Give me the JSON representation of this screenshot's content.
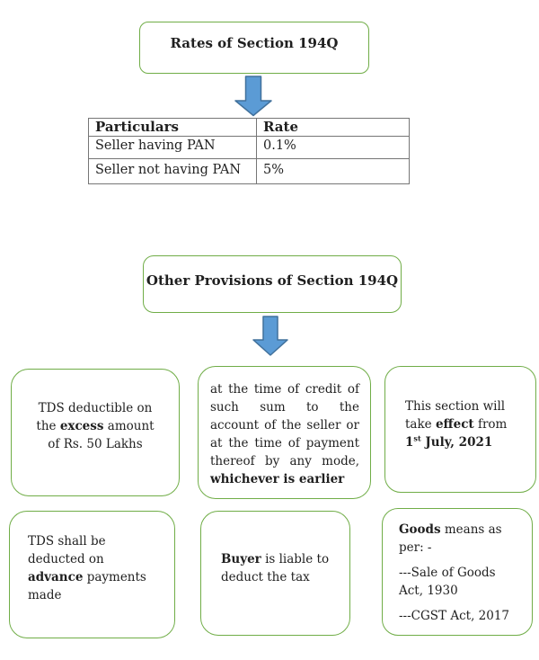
{
  "colors": {
    "green_border": "#70AD47",
    "arrow_fill": "#5B9BD5",
    "arrow_stroke": "#41719C",
    "table_border": "#767676",
    "text": "#1f1f1f"
  },
  "rates_section": {
    "title": "Rates of Section 194Q",
    "table": {
      "headers": [
        "Particulars",
        "Rate"
      ],
      "rows": [
        [
          "Seller having PAN",
          "0.1%"
        ],
        [
          "Seller not having PAN",
          "5%"
        ]
      ]
    }
  },
  "provisions_section": {
    "title": "Other Provisions of Section 194Q",
    "boxes": {
      "excess": [
        [
          [
            {
              "t": "TDS deductible on"
            }
          ],
          [
            {
              "t": "the "
            },
            {
              "t": "excess",
              "b": true
            },
            {
              "t": " amount"
            }
          ],
          [
            {
              "t": "of Rs. 50 Lakhs"
            }
          ]
        ]
      ],
      "timing": [
        [
          [
            {
              "t": "at the time of credit of such sum to the account of the seller or at the time of payment thereof by any mode, "
            },
            {
              "t": "whichever is earlier",
              "b": true
            }
          ]
        ]
      ],
      "effect": [
        [
          [
            {
              "t": "This section will"
            }
          ],
          [
            {
              "t": "take "
            },
            {
              "t": "effect",
              "b": true
            },
            {
              "t": " from"
            }
          ],
          [
            {
              "t": "1",
              "b": true
            },
            {
              "t": "st",
              "b": true,
              "s": true
            },
            {
              "t": " July, 2021",
              "b": true
            }
          ]
        ]
      ],
      "advance": [
        [
          [
            {
              "t": "TDS shall be"
            }
          ],
          [
            {
              "t": "deducted on"
            }
          ],
          [
            {
              "t": "advance",
              "b": true
            },
            {
              "t": " payments"
            }
          ],
          [
            {
              "t": "made"
            }
          ]
        ]
      ],
      "buyer": [
        [
          [
            {
              "t": "Buyer",
              "b": true
            },
            {
              "t": " is liable to"
            }
          ],
          [
            {
              "t": "deduct the tax"
            }
          ]
        ]
      ],
      "goods": [
        [
          [
            {
              "t": "Goods",
              "b": true
            },
            {
              "t": " means as"
            }
          ],
          [
            {
              "t": "per: -"
            }
          ]
        ],
        [
          [
            {
              "t": "---Sale of Goods"
            }
          ],
          [
            {
              "t": "Act, 1930"
            }
          ]
        ],
        [
          [
            {
              "t": "---CGST Act, 2017"
            }
          ]
        ]
      ]
    }
  }
}
